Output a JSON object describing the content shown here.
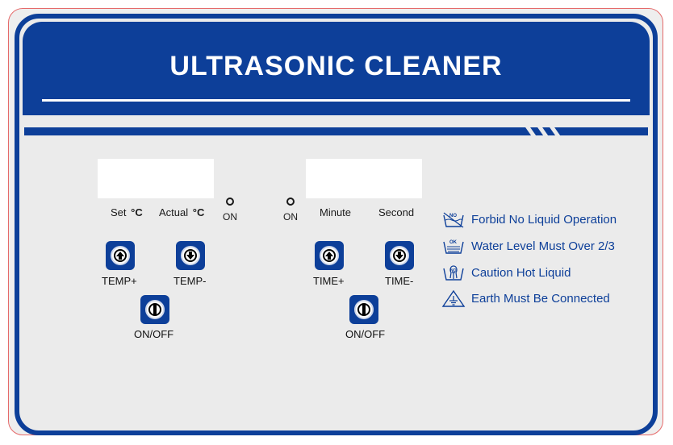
{
  "panel": {
    "title": "ULTRASONIC CLEANER"
  },
  "temperature": {
    "set_label": "Set",
    "actual_label": "Actual",
    "unit": "°C",
    "led_label": "ON"
  },
  "timer": {
    "led_label": "ON",
    "minute_label": "Minute",
    "second_label": "Second"
  },
  "buttons": {
    "temp_plus": "TEMP+",
    "temp_minus": "TEMP-",
    "temp_power": "ON/OFF",
    "time_plus": "TIME+",
    "time_minus": "TIME-",
    "time_power": "ON/OFF"
  },
  "warnings": [
    {
      "icon": "no-liquid-icon",
      "badge": "NO",
      "text": "Forbid No Liquid Operation"
    },
    {
      "icon": "water-level-icon",
      "badge": "OK",
      "text": "Water Level Must Over 2/3"
    },
    {
      "icon": "hot-liquid-icon",
      "badge": "NO",
      "text": "Caution Hot Liquid"
    },
    {
      "icon": "earth-ground-icon",
      "badge": "",
      "text": "Earth Must Be Connected"
    }
  ],
  "colors": {
    "brand_blue": "#0d3f99",
    "panel_bg": "#ebebeb",
    "outline": "#e56a6a"
  }
}
